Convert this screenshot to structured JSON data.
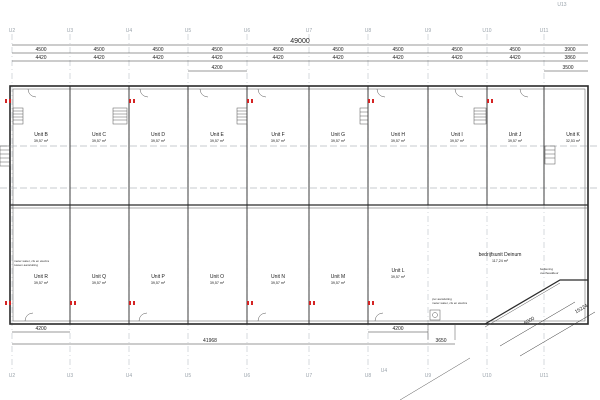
{
  "grid": {
    "top_labels": [
      "U2",
      "U3",
      "U4",
      "U5",
      "U6",
      "U7",
      "U8",
      "U9",
      "U10",
      "U11"
    ],
    "top_extra_label": "U13",
    "bottom_labels": [
      "U2",
      "U3",
      "U4",
      "U5",
      "U6",
      "U7",
      "U8",
      "U9",
      "U10",
      "U11"
    ],
    "bottom_extra_label": "U4"
  },
  "dimensions": {
    "overall_top": "49000",
    "bay_spacing_top": [
      "4500",
      "4500",
      "4500",
      "4500",
      "4500",
      "4500",
      "4500",
      "4500",
      "4500",
      "3900"
    ],
    "bay_inner_top": [
      "4420",
      "4420",
      "4420",
      "4420",
      "4420",
      "4420",
      "4420",
      "4420",
      "4420",
      "3860"
    ],
    "middle_top": "4200",
    "end_top": "3500",
    "bottom_left": "4200",
    "bottom_mid": "4200",
    "overall_bottom": "41968",
    "bottom_small": "3650",
    "diagonal_a": "6000",
    "diagonal_b": "15224"
  },
  "units_top": [
    {
      "name": "Unit B",
      "area": "39,57 m²"
    },
    {
      "name": "Unit C",
      "area": "39,57 m²"
    },
    {
      "name": "Unit D",
      "area": "39,57 m²"
    },
    {
      "name": "Unit E",
      "area": "39,57 m²"
    },
    {
      "name": "Unit F",
      "area": "39,57 m²"
    },
    {
      "name": "Unit G",
      "area": "39,57 m²"
    },
    {
      "name": "Unit H",
      "area": "39,57 m²"
    },
    {
      "name": "Unit I",
      "area": "39,57 m²"
    },
    {
      "name": "Unit J",
      "area": "39,57 m²"
    },
    {
      "name": "Unit K",
      "area": "32,53 m²"
    }
  ],
  "units_bottom": [
    {
      "name": "Unit R",
      "area": "39,57 m²"
    },
    {
      "name": "Unit Q",
      "area": "39,57 m²"
    },
    {
      "name": "Unit P",
      "area": "39,57 m²"
    },
    {
      "name": "Unit O",
      "area": "39,57 m²"
    },
    {
      "name": "Unit N",
      "area": "39,57 m²"
    },
    {
      "name": "Unit M",
      "area": "39,57 m²"
    },
    {
      "name": "Unit L",
      "area": "39,57 m²"
    }
  ],
  "annex": {
    "name": "bedrijfsunit Deinum",
    "area": "117,24 m²"
  },
  "notes": {
    "left_note_1": "meter water, cls en electra",
    "left_note_2": "tussen aansluiting",
    "right_note_1": "bediening",
    "right_note_2": "overheaddeur",
    "bottom_note_1": "pvc aansluiting",
    "bottom_note_2": "meter water, cls en electra"
  }
}
